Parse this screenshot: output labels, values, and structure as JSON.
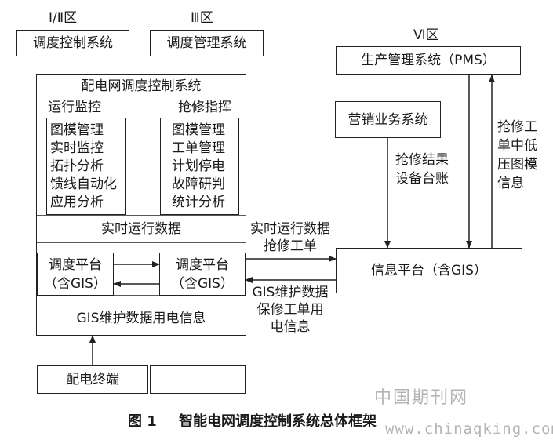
{
  "zones": {
    "zone12": "Ⅰ/Ⅱ区",
    "zone3": "Ⅲ区",
    "zone6": "Ⅵ区"
  },
  "top_boxes": {
    "dispatch_control": "调度控制系统",
    "dispatch_management": "调度管理系统"
  },
  "main_system": {
    "title": "配电网调度控制系统",
    "left_header": "运行监控",
    "right_header": "抢修指挥",
    "left_items": [
      "图模管理",
      "实时监控",
      "拓扑分析",
      "馈线自动化",
      "应用分析"
    ],
    "right_items": [
      "图模管理",
      "工单管理",
      "计划停电",
      "故障研判",
      "统计分析"
    ],
    "realtime_label": "实时运行数据",
    "platform_left": [
      "调度平台",
      "（含GIS）"
    ],
    "platform_right": [
      "调度平台",
      "（含GIS）"
    ],
    "bottom_label": "GIS维护数据用电信息"
  },
  "terminal": "配电终端",
  "pms": "生产管理系统（PMS）",
  "marketing": "营销业务系统",
  "info_platform": "信息平台（含GIS）",
  "edge_labels": {
    "marketing_to_info": [
      "抢修结果",
      "设备台账"
    ],
    "info_to_pms": [
      "抢修工",
      "单中低",
      "压图模",
      "信息"
    ],
    "to_info": [
      "实时运行数据",
      "抢修工单"
    ],
    "from_info": [
      "GIS维护数据",
      "保修工单用",
      "电信息"
    ]
  },
  "caption": {
    "fig": "图 1",
    "title": "智能电网调度控制系统总体框架"
  },
  "watermark": {
    "cn": "中国期刊网",
    "url": "www.chinaqking.com"
  }
}
